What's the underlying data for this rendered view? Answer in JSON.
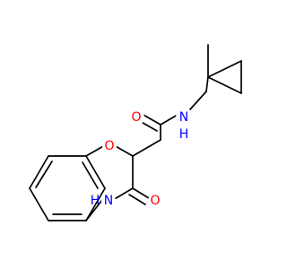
{
  "atoms": {
    "carbonyl_oxygen_amide": "O",
    "amide_nitrogen": "N",
    "amide_hydrogen": "H",
    "ring_oxygen": "O",
    "lactam_oxygen": "O",
    "lactam_nitrogen": "N",
    "lactam_hydrogen": "H"
  },
  "colors": {
    "bond": "#000000",
    "oxygen": "#ff0000",
    "nitrogen": "#0000ff",
    "background": "#ffffff"
  }
}
